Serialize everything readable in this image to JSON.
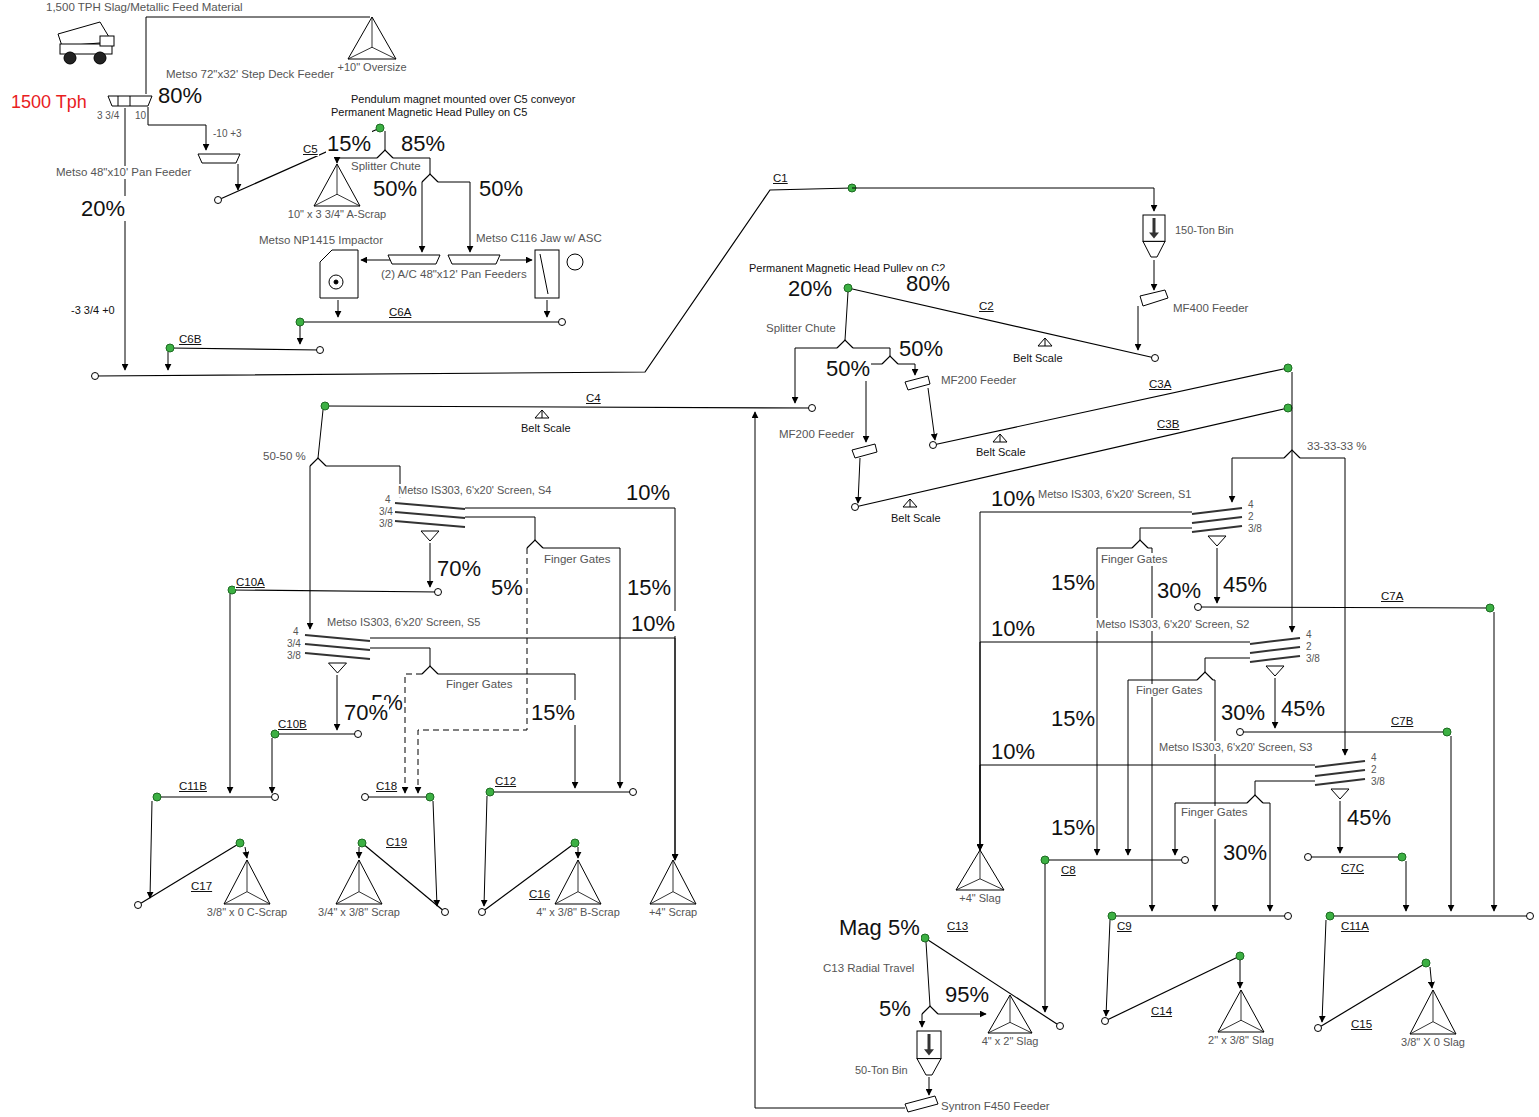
{
  "diagram": {
    "nodes": [
      {
        "text": [
          "+10\" Oversize"
        ]
      },
      {
        "text": [
          "10\" x 3 3/4\" A-Scrap"
        ]
      },
      {
        "text": [
          "150-Ton Bin"
        ]
      },
      {
        "text": [
          "Metso IS303, 6'x20' Screen, S4"
        ]
      },
      {
        "text": [
          "Metso IS303, 6'x20' Screen, S1"
        ]
      },
      {
        "text": [
          "Metso IS303, 6'x20' Screen, S5"
        ]
      },
      {
        "text": [
          "Metso IS303, 6'x20' Screen, S2"
        ]
      },
      {
        "text": [
          "Metso IS303, 6'x20' Screen, S3"
        ]
      },
      {
        "text": [
          "+4\" Slag"
        ]
      },
      {
        "text": [
          "3/8\" x 0 C-Scrap"
        ]
      },
      {
        "text": [
          "3/4\" x 3/8\" Scrap"
        ]
      },
      {
        "text": [
          "4\" x 3/8\" B-Scrap"
        ]
      },
      {
        "text": [
          "+4\" Scrap"
        ]
      },
      {
        "text": [
          "4\" x 2\" Slag"
        ]
      },
      {
        "text": [
          "50-Ton Bin"
        ]
      },
      {
        "text": [
          "2\" x 3/8\" Slag"
        ]
      },
      {
        "text": [
          "3/8\" X 0 Slag"
        ]
      }
    ],
    "edges": [
      {
        "from": 3,
        "to": 12,
        "label": "10%",
        "arrow": "to"
      },
      {
        "from": 5,
        "to": 12,
        "label": "10%",
        "arrow": "to"
      },
      {
        "from": 4,
        "to": 8,
        "label": "10%",
        "arrow": "to"
      },
      {
        "from": 6,
        "to": 8,
        "label": "10%",
        "arrow": "to"
      },
      {
        "from": 7,
        "to": 8,
        "label": "10%",
        "arrow": "to"
      }
    ],
    "labels": [
      "1,500 TPH Slag/Metallic Feed Material",
      "1500 Tph",
      "Metso 72\"x32' Step Deck Feeder",
      "80%",
      "3 3/4",
      "10",
      "-10 +3",
      "Metso 48\"x10' Pan Feeder",
      "20%",
      "-3 3/4 +0",
      "Pendulum magnet mounted over C5 conveyor",
      "Permanent Magnetic Head Pulley on C5",
      "C5",
      "15%",
      "85%",
      "Splitter Chute",
      "50%",
      "50%",
      "Metso NP1415 Impactor",
      "Metso C116 Jaw w/ ASC",
      "(2) A/C 48\"x12' Pan Feeders",
      "C6A",
      "C6B",
      "C1",
      "MF400 Feeder",
      "Permanent Magnetic Head Pulley on C2",
      "20%",
      "80%",
      "C2",
      "Belt Scale",
      "Splitter Chute",
      "50%",
      "50%",
      "MF200 Feeder",
      "MF200 Feeder",
      "C3A",
      "Belt Scale",
      "C3B",
      "Belt Scale",
      "33-33-33 %",
      "C4",
      "Belt Scale",
      "50-50 %",
      "4",
      "3/4",
      "3/8",
      "Finger Gates",
      "70%",
      "5%",
      "15%",
      "C10A",
      "4",
      "3/4",
      "3/8",
      "5%",
      "Finger Gates",
      "70%",
      "15%",
      "C10B",
      "C11B",
      "C18",
      "C12",
      "C17",
      "C19",
      "C16",
      "4",
      "2",
      "3/8",
      "Finger Gates",
      "15%",
      "45%",
      "30%",
      "C7A",
      "4",
      "2",
      "3/8",
      "Finger Gates",
      "45%",
      "15%",
      "30%",
      "C7B",
      "4",
      "2",
      "3/8",
      "Finger Gates",
      "15%",
      "45%",
      "30%",
      "C7C",
      "C8",
      "C9",
      "C11A",
      "Mag 5%",
      "C13",
      "C13 Radial Travel",
      "5%",
      "95%",
      "C14",
      "C15",
      "Syntron F450 Feeder"
    ]
  }
}
